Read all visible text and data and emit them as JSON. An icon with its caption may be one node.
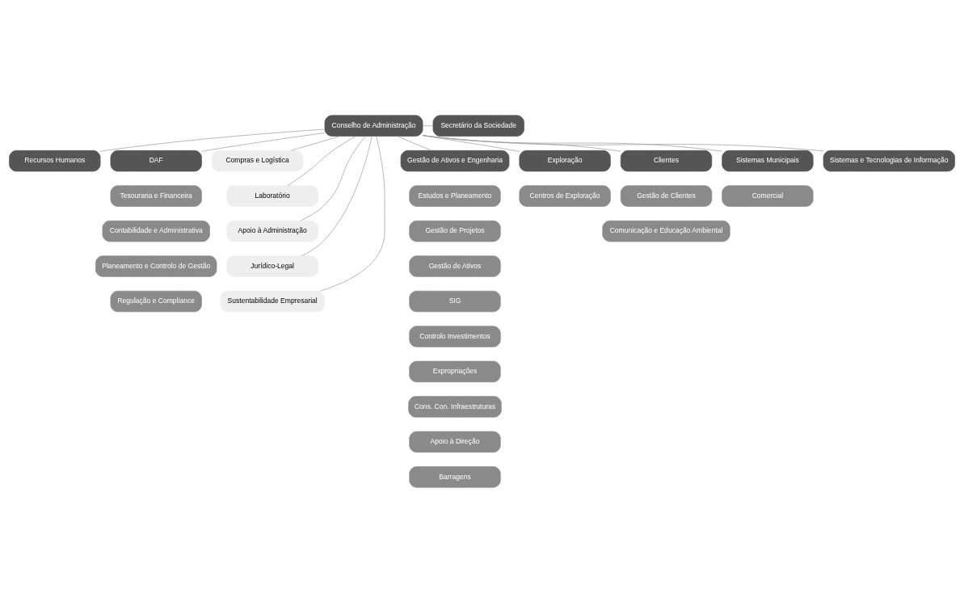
{
  "diagram": {
    "nodes": [
      {
        "text": [
          "Conselho de Administração"
        ]
      },
      {
        "text": [
          "Secretário da Sociedade"
        ]
      },
      {
        "text": [
          "Recursos Humanos"
        ]
      },
      {
        "text": [
          "DAF"
        ]
      },
      {
        "text": [
          "Tesouraria e Financeira"
        ]
      },
      {
        "text": [
          "Contabilidade e Administrativa"
        ]
      },
      {
        "text": [
          "Planeamento e Controlo de Gestão"
        ]
      },
      {
        "text": [
          "Regulação e Compliance"
        ]
      },
      {
        "text": [
          "Compras e Logística"
        ]
      },
      {
        "text": [
          "Laboratório"
        ]
      },
      {
        "text": [
          "Apoio à Administração"
        ]
      },
      {
        "text": [
          "Jurídico-Legal"
        ]
      },
      {
        "text": [
          "Sustentabilidade Empresarial"
        ]
      },
      {
        "text": [
          "Gestão de Ativos e Engenharia"
        ]
      },
      {
        "text": [
          "Estudos e Planeamento"
        ]
      },
      {
        "text": [
          "Gestão de Projetos"
        ]
      },
      {
        "text": [
          "Gestão de Ativos"
        ]
      },
      {
        "text": [
          "SIG"
        ]
      },
      {
        "text": [
          "Controlo Investimentos"
        ]
      },
      {
        "text": [
          "Expropriações"
        ]
      },
      {
        "text": [
          "Cons. Con. Infraestruturas"
        ]
      },
      {
        "text": [
          "Apoio à Direção"
        ]
      },
      {
        "text": [
          "Barragens"
        ]
      },
      {
        "text": [
          "Exploração"
        ]
      },
      {
        "text": [
          "Centros de Exploração"
        ]
      },
      {
        "text": [
          "Clientes"
        ]
      },
      {
        "text": [
          "Gestão de Clientes"
        ]
      },
      {
        "text": [
          "Comunicação e Educação Ambiental"
        ]
      },
      {
        "text": [
          "Sistemas Municipais"
        ]
      },
      {
        "text": [
          "Comercial"
        ]
      },
      {
        "text": [
          "Sistemas e Tecnologias de Informação"
        ]
      }
    ],
    "edges": [
      {
        "from": 0,
        "to": 1,
        "arrow": "none"
      },
      {
        "from": 0,
        "to": 2,
        "arrow": "none"
      },
      {
        "from": 0,
        "to": 3,
        "arrow": "none"
      },
      {
        "from": 0,
        "to": 8,
        "arrow": "none"
      },
      {
        "from": 0,
        "to": 9,
        "arrow": "none"
      },
      {
        "from": 0,
        "to": 10,
        "arrow": "none"
      },
      {
        "from": 0,
        "to": 11,
        "arrow": "none"
      },
      {
        "from": 0,
        "to": 12,
        "arrow": "none"
      },
      {
        "from": 0,
        "to": 13,
        "arrow": "none"
      },
      {
        "from": 0,
        "to": 23,
        "arrow": "none"
      },
      {
        "from": 0,
        "to": 25,
        "arrow": "none"
      },
      {
        "from": 0,
        "to": 28,
        "arrow": "none"
      },
      {
        "from": 0,
        "to": 30,
        "arrow": "none"
      }
    ]
  }
}
